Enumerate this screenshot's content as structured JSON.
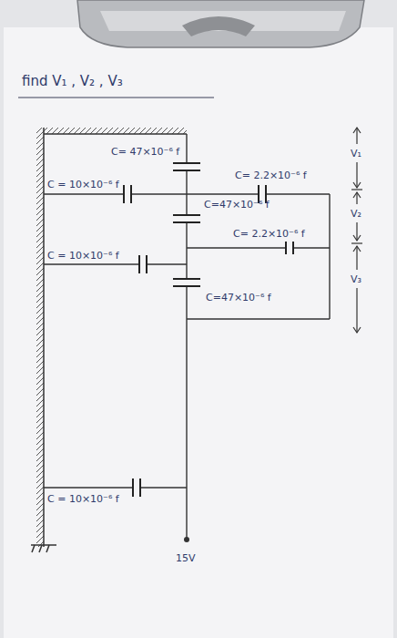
{
  "diagram": {
    "title": "find V₁ , V₂ , V₃",
    "labels": [
      "C= 47×10⁻⁶ f",
      "C= 2.2×10⁻⁶ f",
      "C = 10×10⁻⁶ f",
      "C=47×10⁻⁶ f",
      "C= 2.2×10⁻⁶ f",
      "C = 10×10⁻⁶ f",
      "C=47×10⁻⁶ f",
      "C = 10×10⁻⁶ f",
      "15V",
      "V₁",
      "V₂",
      "V₃"
    ]
  }
}
